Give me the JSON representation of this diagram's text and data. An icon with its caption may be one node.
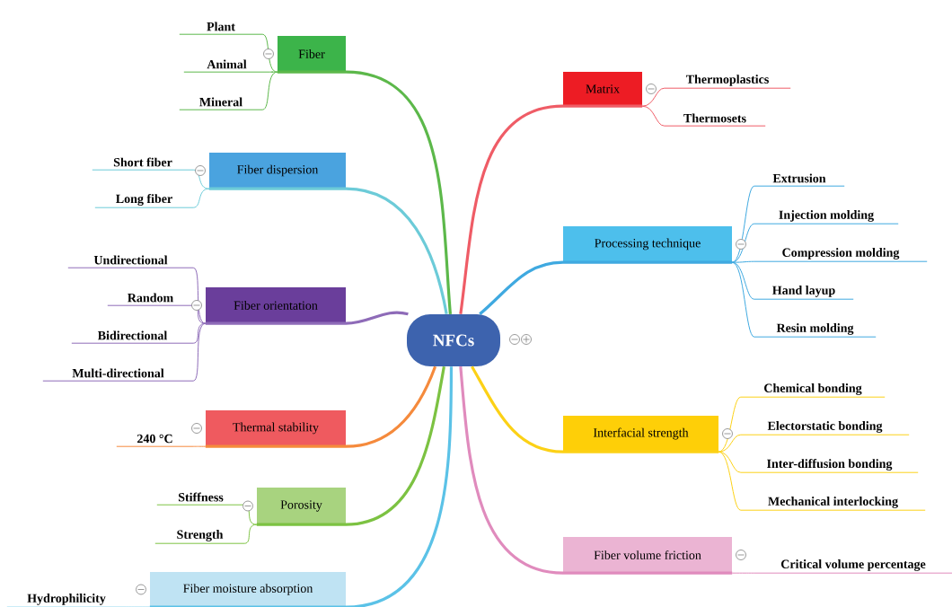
{
  "diagram": {
    "nodes": [
      {
        "text": [
          "NFCs"
        ]
      },
      {
        "text": [
          "Fiber"
        ]
      },
      {
        "text": [
          "Plant"
        ]
      },
      {
        "text": [
          "Animal"
        ]
      },
      {
        "text": [
          "Mineral"
        ]
      },
      {
        "text": [
          "Fiber dispersion"
        ]
      },
      {
        "text": [
          "Short fiber"
        ]
      },
      {
        "text": [
          "Long fiber"
        ]
      },
      {
        "text": [
          "Fiber orientation"
        ]
      },
      {
        "text": [
          "Undirectional"
        ]
      },
      {
        "text": [
          "Random"
        ]
      },
      {
        "text": [
          "Bidirectional"
        ]
      },
      {
        "text": [
          "Multi-directional"
        ]
      },
      {
        "text": [
          "Thermal stability"
        ]
      },
      {
        "text": [
          "240 °C"
        ]
      },
      {
        "text": [
          "Porosity"
        ]
      },
      {
        "text": [
          "Stiffness"
        ]
      },
      {
        "text": [
          "Strength"
        ]
      },
      {
        "text": [
          "Fiber moisture absorption"
        ]
      },
      {
        "text": [
          "Hydrophilicity"
        ]
      },
      {
        "text": [
          "Matrix"
        ]
      },
      {
        "text": [
          "Thermoplastics"
        ]
      },
      {
        "text": [
          "Thermosets"
        ]
      },
      {
        "text": [
          "Processing technique"
        ]
      },
      {
        "text": [
          "Extrusion"
        ]
      },
      {
        "text": [
          "Injection molding"
        ]
      },
      {
        "text": [
          "Compression molding"
        ]
      },
      {
        "text": [
          "Hand layup"
        ]
      },
      {
        "text": [
          "Resin molding"
        ]
      },
      {
        "text": [
          "Interfacial strength"
        ]
      },
      {
        "text": [
          "Chemical bonding"
        ]
      },
      {
        "text": [
          "Electorstatic bonding"
        ]
      },
      {
        "text": [
          "Inter-diffusion bonding"
        ]
      },
      {
        "text": [
          "Mechanical interlocking"
        ]
      },
      {
        "text": [
          "Fiber volume friction"
        ]
      },
      {
        "text": [
          "Critical volume percentage"
        ]
      }
    ],
    "edges": [
      {
        "from": 0,
        "to": 1,
        "arrow": "none",
        "style": "thick",
        "color": "#5cb84a"
      },
      {
        "from": 1,
        "to": 2,
        "arrow": "none",
        "color": "#5cb84a"
      },
      {
        "from": 1,
        "to": 3,
        "arrow": "none",
        "color": "#5cb84a"
      },
      {
        "from": 1,
        "to": 4,
        "arrow": "none",
        "color": "#5cb84a"
      },
      {
        "from": 0,
        "to": 5,
        "arrow": "none",
        "style": "thick",
        "color": "#6ccbd8"
      },
      {
        "from": 5,
        "to": 6,
        "arrow": "none",
        "color": "#6ccbd8"
      },
      {
        "from": 5,
        "to": 7,
        "arrow": "none",
        "color": "#6ccbd8"
      },
      {
        "from": 0,
        "to": 8,
        "arrow": "none",
        "style": "thick",
        "color": "#8e6bb8"
      },
      {
        "from": 8,
        "to": 9,
        "arrow": "none",
        "color": "#8e6bb8"
      },
      {
        "from": 8,
        "to": 10,
        "arrow": "none",
        "color": "#8e6bb8"
      },
      {
        "from": 8,
        "to": 11,
        "arrow": "none",
        "color": "#8e6bb8"
      },
      {
        "from": 8,
        "to": 12,
        "arrow": "none",
        "color": "#8e6bb8"
      },
      {
        "from": 0,
        "to": 13,
        "arrow": "none",
        "style": "thick",
        "color": "#f58a3c"
      },
      {
        "from": 13,
        "to": 14,
        "arrow": "none",
        "color": "#f58a3c"
      },
      {
        "from": 0,
        "to": 15,
        "arrow": "none",
        "style": "thick",
        "color": "#7cc242"
      },
      {
        "from": 15,
        "to": 16,
        "arrow": "none",
        "color": "#7cc242"
      },
      {
        "from": 15,
        "to": 17,
        "arrow": "none",
        "color": "#7cc242"
      },
      {
        "from": 0,
        "to": 18,
        "arrow": "none",
        "style": "thick",
        "color": "#5bc2e7"
      },
      {
        "from": 18,
        "to": 19,
        "arrow": "none",
        "color": "#5bc2e7"
      },
      {
        "from": 0,
        "to": 20,
        "arrow": "none",
        "style": "thick",
        "color": "#ef5c66"
      },
      {
        "from": 20,
        "to": 21,
        "arrow": "none",
        "color": "#ef5c66"
      },
      {
        "from": 20,
        "to": 22,
        "arrow": "none",
        "color": "#ef5c66"
      },
      {
        "from": 0,
        "to": 23,
        "arrow": "none",
        "style": "thick",
        "color": "#3fa9e0"
      },
      {
        "from": 23,
        "to": 24,
        "arrow": "none",
        "color": "#3fa9e0"
      },
      {
        "from": 23,
        "to": 25,
        "arrow": "none",
        "color": "#3fa9e0"
      },
      {
        "from": 23,
        "to": 26,
        "arrow": "none",
        "color": "#3fa9e0"
      },
      {
        "from": 23,
        "to": 27,
        "arrow": "none",
        "color": "#3fa9e0"
      },
      {
        "from": 23,
        "to": 28,
        "arrow": "none",
        "color": "#3fa9e0"
      },
      {
        "from": 0,
        "to": 29,
        "arrow": "none",
        "style": "thick",
        "color": "#fcd116"
      },
      {
        "from": 29,
        "to": 30,
        "arrow": "none",
        "color": "#fcd116"
      },
      {
        "from": 29,
        "to": 31,
        "arrow": "none",
        "color": "#fcd116"
      },
      {
        "from": 29,
        "to": 32,
        "arrow": "none",
        "color": "#fcd116"
      },
      {
        "from": 29,
        "to": 33,
        "arrow": "none",
        "color": "#fcd116"
      },
      {
        "from": 0,
        "to": 34,
        "arrow": "none",
        "style": "thick",
        "color": "#e08bbd"
      },
      {
        "from": 34,
        "to": 35,
        "arrow": "none",
        "color": "#e08bbd"
      }
    ]
  }
}
